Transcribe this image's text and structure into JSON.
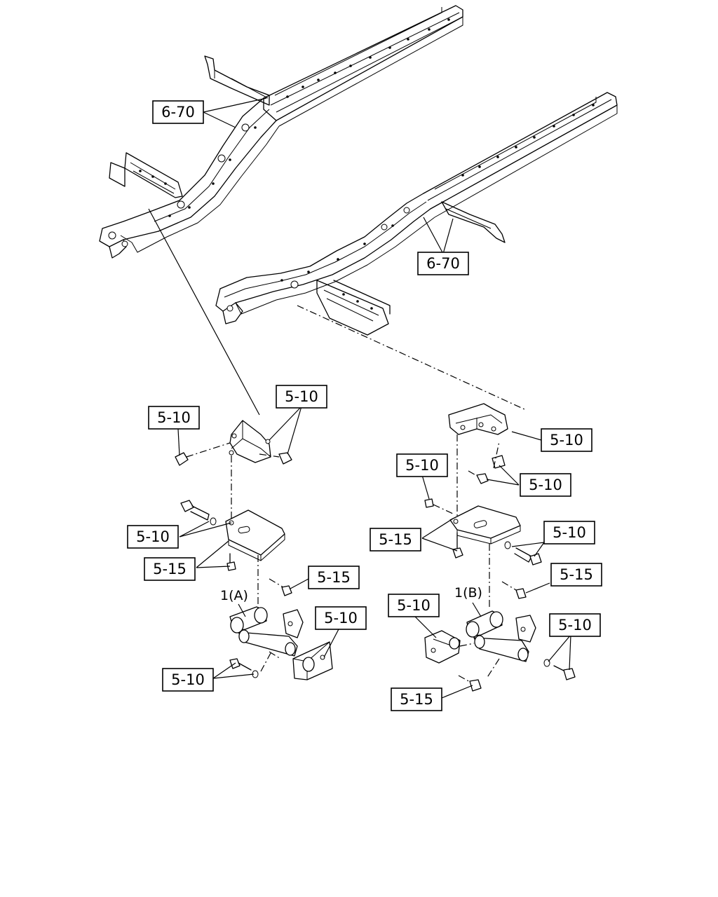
{
  "diagram": {
    "callouts": {
      "c_6_70_a": "6-70",
      "c_6_70_b": "6-70",
      "c_5_10_a": "5-10",
      "c_5_10_b": "5-10",
      "c_5_10_c": "5-10",
      "c_5_15_a": "5-15",
      "c_5_15_b": "5-15",
      "c_5_10_d": "5-10",
      "c_5_10_e": "5-10",
      "c_5_10_f": "5-10",
      "c_5_10_g": "5-10",
      "c_5_10_h": "5-10",
      "c_5_15_c": "5-15",
      "c_5_10_i": "5-10",
      "c_5_15_d": "5-15",
      "c_5_10_j": "5-10",
      "c_5_10_k": "5-10",
      "c_5_15_e": "5-15"
    },
    "part_labels": {
      "left_assembly": "1(A)",
      "right_assembly": "1(B)"
    }
  }
}
